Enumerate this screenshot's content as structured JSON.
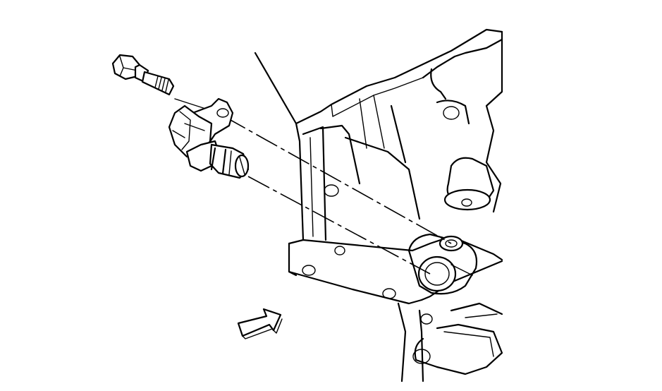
{
  "diagram": {
    "background": "#ffffff",
    "stroke": "#000000",
    "parts": [
      "bolt",
      "sensor",
      "engine-block",
      "mounting-boss",
      "view-arrow"
    ],
    "text_labels": []
  }
}
